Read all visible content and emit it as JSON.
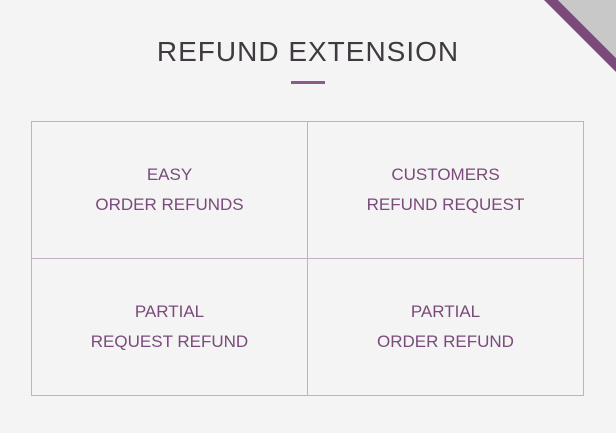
{
  "header": {
    "title": "REFUND EXTENSION"
  },
  "features": [
    {
      "line1": "EASY",
      "line2": "ORDER REFUNDS"
    },
    {
      "line1": "CUSTOMERS",
      "line2": "REFUND REQUEST"
    },
    {
      "line1": "PARTIAL",
      "line2": "REQUEST REFUND"
    },
    {
      "line1": "PARTIAL",
      "line2": "ORDER REFUND"
    }
  ],
  "colors": {
    "accent": "#8a5a8a",
    "text_dark": "#3f3a40",
    "text_purple": "#7a4a7a",
    "border": "#c6aec6",
    "background": "#f4f4f4"
  },
  "icons": {
    "corner": "corner-ribbon-icon"
  }
}
